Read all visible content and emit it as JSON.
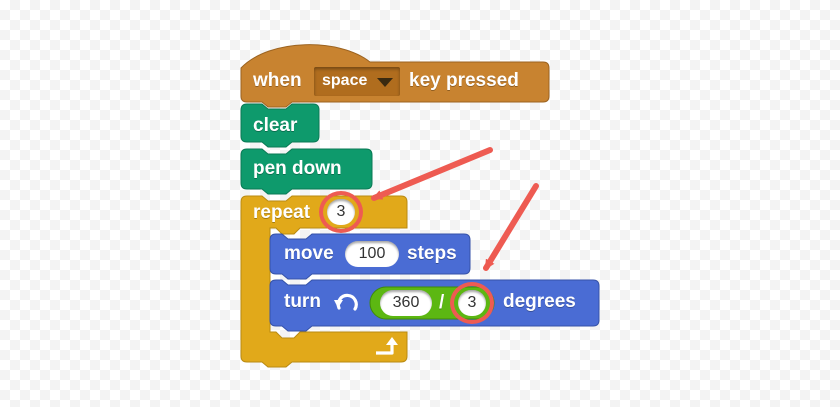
{
  "hat_block": {
    "label_when": "when",
    "key_value": "space",
    "label_key_pressed": "key pressed"
  },
  "clear_block": {
    "label": "clear"
  },
  "pen_down_block": {
    "label": "pen down"
  },
  "repeat_block": {
    "label": "repeat",
    "count": "3"
  },
  "move_block": {
    "label_move": "move",
    "steps_value": "100",
    "label_steps": "steps"
  },
  "turn_block": {
    "label_turn": "turn",
    "numerator": "360",
    "operator": "/",
    "denominator": "3",
    "label_degrees": "degrees"
  },
  "colors": {
    "events": "#c88330",
    "pen": "#0e9a6c",
    "control": "#e1a91a",
    "motion": "#4a6cd4",
    "operators": "#5cb712",
    "annotation": "#ee5b52"
  }
}
